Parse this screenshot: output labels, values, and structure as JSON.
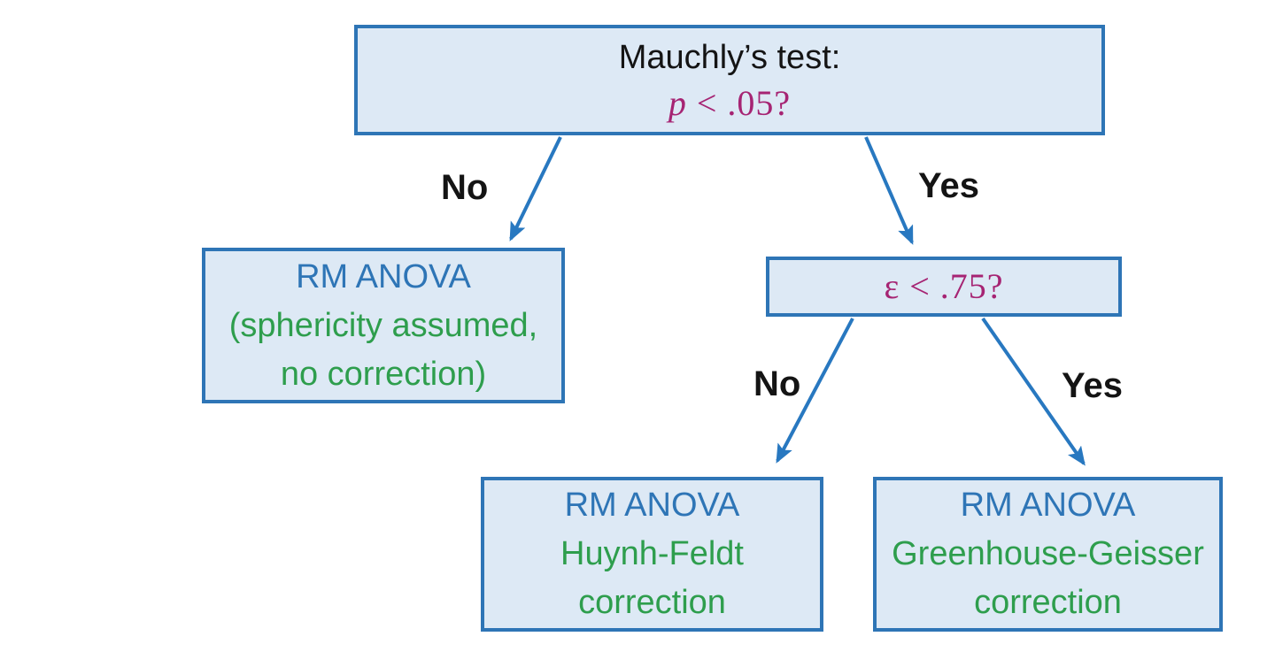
{
  "diagram": {
    "type": "decision-tree",
    "colors": {
      "box_fill": "#dde9f5",
      "box_border": "#2e75b6",
      "arrow": "#2878c0",
      "text_blue": "#2e75b6",
      "text_green": "#2e9e4d",
      "text_magenta": "#a62473",
      "text_black": "#141414",
      "bg": "#ffffff"
    },
    "nodes": {
      "mauchly": {
        "line1": "Mauchly’s test:",
        "condition_var": "p",
        "condition_rest": " < .05?"
      },
      "no_correction": {
        "line1": "RM ANOVA",
        "line2": "(sphericity assumed,",
        "line3": "no correction)"
      },
      "epsilon": {
        "condition": "ε < .75?"
      },
      "huynh": {
        "line1": "RM ANOVA",
        "line2": "Huynh-Feldt",
        "line3": "correction"
      },
      "greenhouse": {
        "line1": "RM ANOVA",
        "line2": "Greenhouse-Geisser",
        "line3": "correction"
      }
    },
    "edges": [
      {
        "from": "mauchly",
        "to": "no_correction",
        "label": "No"
      },
      {
        "from": "mauchly",
        "to": "epsilon",
        "label": "Yes"
      },
      {
        "from": "epsilon",
        "to": "huynh",
        "label": "No"
      },
      {
        "from": "epsilon",
        "to": "greenhouse",
        "label": "Yes"
      }
    ]
  }
}
